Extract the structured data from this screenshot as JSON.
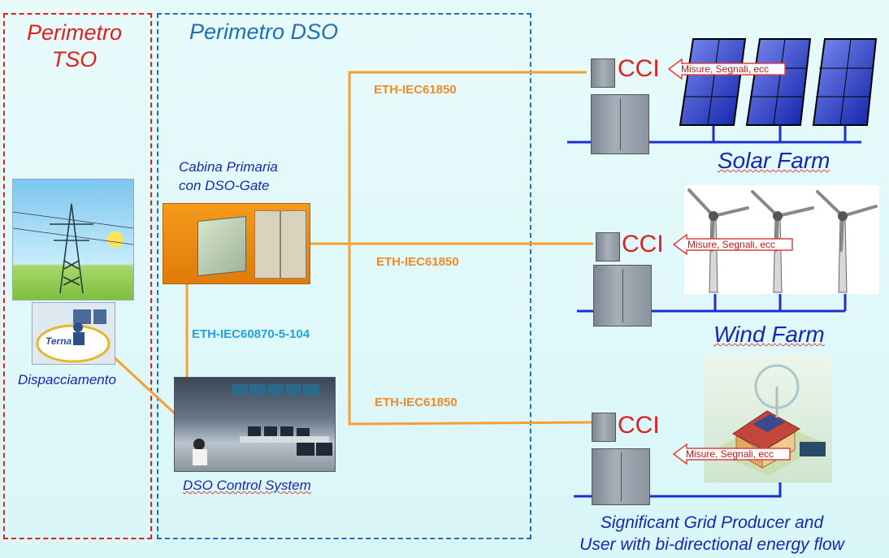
{
  "perimeters": {
    "tso": {
      "title_line1": "Perimetro",
      "title_line2": "TSO"
    },
    "dso": {
      "title": "Perimetro DSO"
    }
  },
  "nodes": {
    "cabina": {
      "line1": "Cabina Primaria",
      "line2": "con DSO-Gate"
    },
    "dispacciamento": {
      "label": "Dispacciamento",
      "logo_text": "Terna"
    },
    "control_system": {
      "label": "DSO Control System"
    },
    "solar": {
      "label": "Solar Farm"
    },
    "wind": {
      "label": "Wind Farm"
    },
    "producer": {
      "line1": "Significant Grid Producer and",
      "line2": "User with bi-directional energy flow"
    }
  },
  "links": {
    "top": "ETH-IEC61850",
    "middle": "ETH-IEC61850",
    "bottom": "ETH-IEC61850",
    "vertical": "ETH-IEC60870-5-104"
  },
  "cci": {
    "solar": "CCI",
    "wind": "CCI",
    "producer": "CCI"
  },
  "callouts": {
    "solar": "Misure, Segnali, ecc",
    "wind": "Misure, Segnali, ecc",
    "producer": "Misure, Segnali, ecc"
  },
  "colors": {
    "tso": "#e02020",
    "dso": "#1e6fb8",
    "link_orange": "#f5a030",
    "link_cyan": "#22a2dc",
    "bus_blue": "#1c2fd0"
  }
}
